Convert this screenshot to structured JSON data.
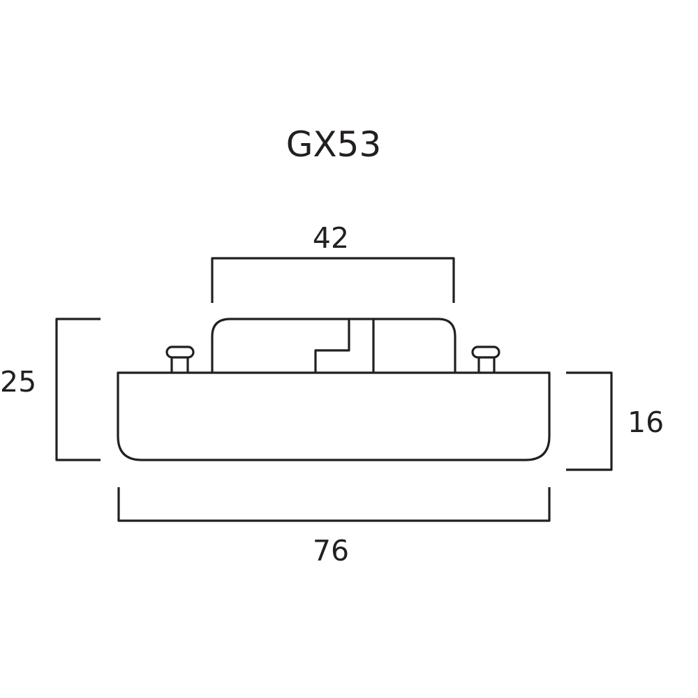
{
  "diagram": {
    "title": "GX53",
    "dimensions": {
      "pin_spacing": "42",
      "overall_height": "25",
      "base_height": "16",
      "base_width": "76"
    },
    "line_color": "#231f20",
    "background_color": "#ffffff"
  }
}
